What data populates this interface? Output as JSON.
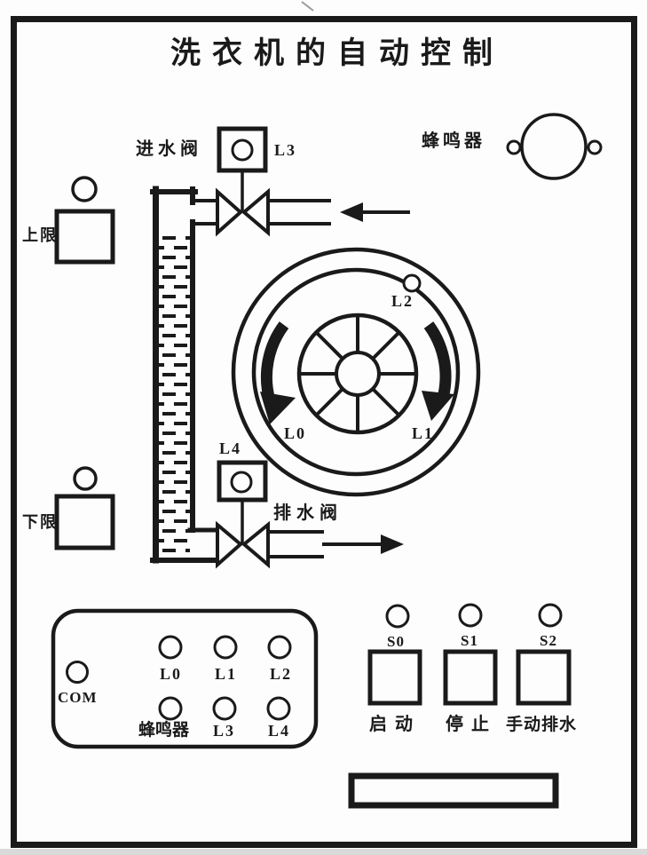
{
  "title": "洗衣机的自动控制",
  "labels": {
    "inlet_valve": "进水阀",
    "drain_valve": "排水阀",
    "buzzer": "蜂鸣器",
    "upper_limit": "上限",
    "lower_limit": "下限"
  },
  "indicators": {
    "inlet": "L3",
    "drain": "L4",
    "drum_left": "L0",
    "drum_right": "L1",
    "drum_level": "L2"
  },
  "panel": {
    "com": "COM",
    "row1": [
      "L0",
      "L1",
      "L2"
    ],
    "row2_buzzer": "蜂鸣器",
    "row2": [
      "L3",
      "L4"
    ]
  },
  "buttons": {
    "s0": {
      "id": "S0",
      "label": "启动"
    },
    "s1": {
      "id": "S1",
      "label": "停止"
    },
    "s2": {
      "id": "S2",
      "label": "手动排水"
    }
  },
  "colors": {
    "ink": "#1a1a1a",
    "paper": "#fdfdfd"
  }
}
